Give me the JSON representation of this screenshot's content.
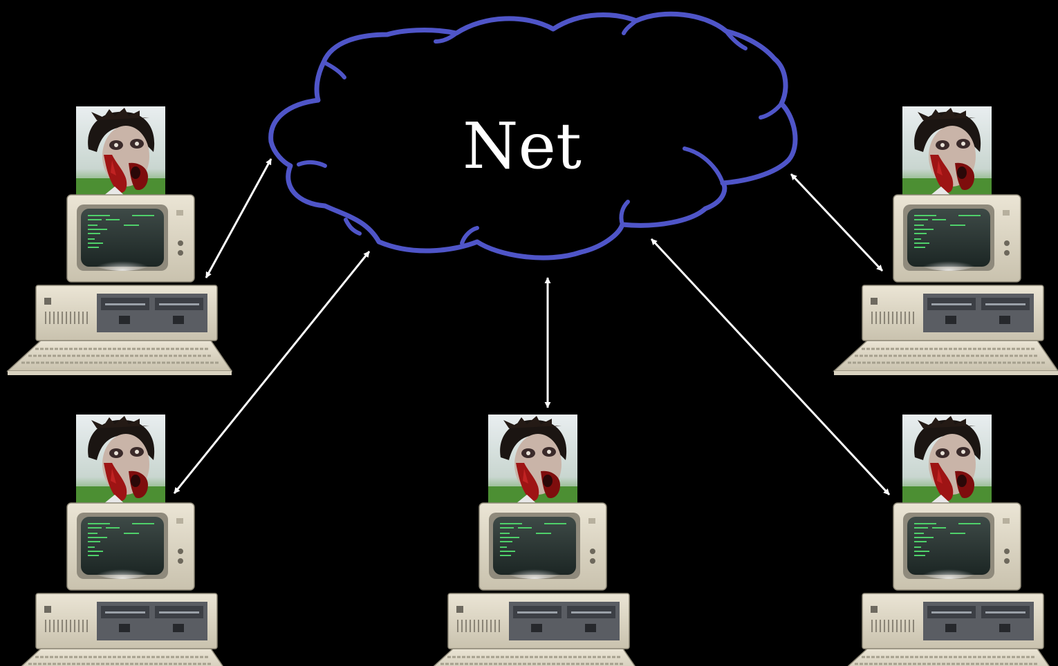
{
  "cloud": {
    "label": "Net",
    "outline_color": "#4f55c8",
    "fill_color": "#000000",
    "text_color": "#ffffff"
  },
  "background_color": "#000000",
  "connector_color": "#ffffff",
  "computers": [
    {
      "id": "top-left"
    },
    {
      "id": "bottom-left"
    },
    {
      "id": "bottom-center"
    },
    {
      "id": "top-right"
    },
    {
      "id": "bottom-right"
    }
  ],
  "icons": {
    "computer": "ibm-pc-icon",
    "user": "zombie-face-icon"
  }
}
